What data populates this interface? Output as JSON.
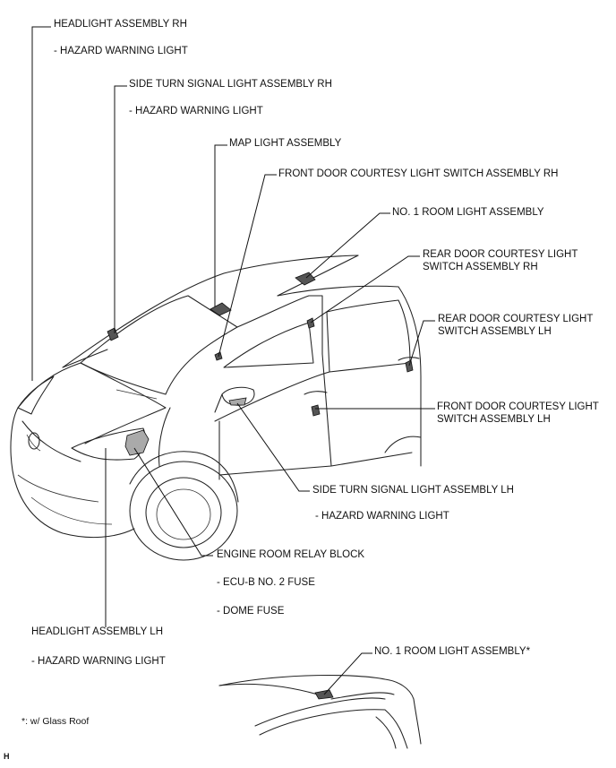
{
  "labels": {
    "headlight_rh": "HEADLIGHT ASSEMBLY RH",
    "headlight_rh_sub": "- HAZARD WARNING LIGHT",
    "side_turn_rh": "SIDE TURN SIGNAL LIGHT ASSEMBLY RH",
    "side_turn_rh_sub": "- HAZARD WARNING LIGHT",
    "map_light": "MAP LIGHT ASSEMBLY",
    "front_door_rh": "FRONT DOOR COURTESY LIGHT SWITCH ASSEMBLY RH",
    "room_light_1": "NO. 1 ROOM LIGHT ASSEMBLY",
    "rear_door_rh_line1": "REAR DOOR COURTESY LIGHT",
    "rear_door_rh_line2": "SWITCH ASSEMBLY RH",
    "rear_door_lh_line1": "REAR DOOR COURTESY LIGHT",
    "rear_door_lh_line2": "SWITCH ASSEMBLY LH",
    "front_door_lh_line1": "FRONT DOOR COURTESY LIGHT",
    "front_door_lh_line2": "SWITCH ASSEMBLY LH",
    "side_turn_lh": "SIDE TURN SIGNAL LIGHT ASSEMBLY LH",
    "side_turn_lh_sub": "- HAZARD WARNING LIGHT",
    "engine_relay": "ENGINE ROOM RELAY BLOCK",
    "engine_relay_sub1": "- ECU-B NO. 2 FUSE",
    "engine_relay_sub2": "- DOME FUSE",
    "headlight_lh": "HEADLIGHT ASSEMBLY LH",
    "headlight_lh_sub": "- HAZARD WARNING LIGHT",
    "room_light_glass": "NO. 1 ROOM LIGHT ASSEMBLY*",
    "footnote": "*: w/ Glass Roof",
    "corner_mark": "H"
  },
  "colors": {
    "line": "#111111",
    "part_fill": "#555555",
    "background": "#ffffff"
  }
}
